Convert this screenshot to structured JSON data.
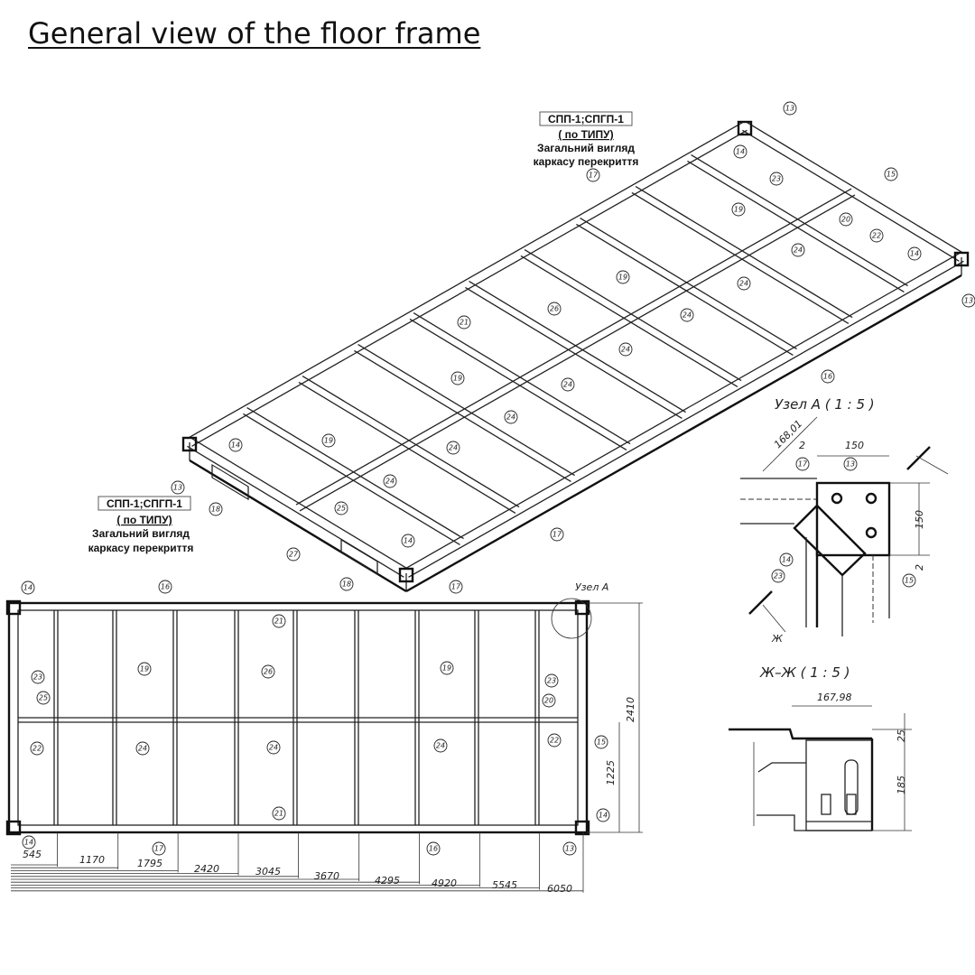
{
  "title": "General view of the floor frame",
  "iso_label": {
    "code": "СПП-1;СПГП-1",
    "type": "( по ТИПУ)",
    "line1": "Загальний вигляд",
    "line2": "каркасу перекриття"
  },
  "iso_callouts": [
    "13",
    "14",
    "23",
    "15",
    "17",
    "19",
    "20",
    "22",
    "14",
    "24",
    "13",
    "19",
    "24",
    "26",
    "21",
    "24",
    "24",
    "16",
    "19",
    "24",
    "24",
    "19",
    "24",
    "14",
    "13",
    "24",
    "18",
    "25",
    "17",
    "27",
    "14",
    "18"
  ],
  "plan": {
    "node_label": "Узел А",
    "width_dim": "2410",
    "half_dim": "1225",
    "chain_dims": [
      "545",
      "1170",
      "1795",
      "2420",
      "3045",
      "3670",
      "4295",
      "4920",
      "5545",
      "6050"
    ],
    "callouts": [
      "14",
      "16",
      "17",
      "21",
      "19",
      "26",
      "19",
      "23",
      "25",
      "23",
      "20",
      "22",
      "24",
      "24",
      "24",
      "22",
      "15",
      "21",
      "14",
      "17",
      "16",
      "14",
      "13"
    ]
  },
  "detail_a": {
    "title": "Узел А ( 1 : 5 )",
    "dim_diag": "168,01",
    "dim_gap": "2",
    "dim_w": "150",
    "dim_h": "150",
    "dim_gap2": "2",
    "section_mark": "Ж",
    "callouts": [
      "17",
      "13",
      "14",
      "23",
      "15"
    ]
  },
  "section": {
    "title": "Ж–Ж ( 1 : 5 )",
    "dim_w": "167,98",
    "dim_top": "25",
    "dim_h": "185"
  }
}
